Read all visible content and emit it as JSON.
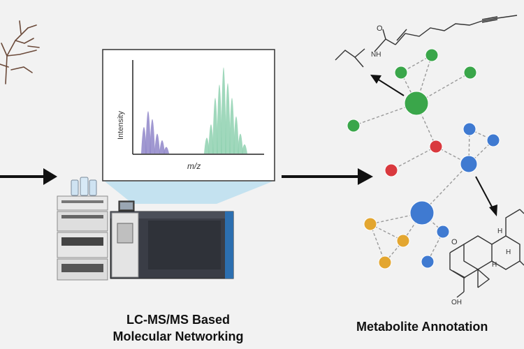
{
  "spectrum": {
    "x_label": "m/z",
    "y_label": "Intensity",
    "colors": {
      "left_peaks": "#8f86c9",
      "right_peaks": "#8fd1b0",
      "axis": "#222222"
    }
  },
  "captions": {
    "lcms_line1": "LC-MS/MS Based",
    "lcms_line2": "Molecular Networking",
    "annotation": "Metabolite Annotation"
  },
  "molecule_labels": {
    "amide_o": "O",
    "amide_nh": "NH",
    "ketone_o": "O",
    "h1": "H",
    "h2": "H",
    "h3": "H",
    "hydroxyl": "OH"
  },
  "network_colors": {
    "green": "#3aa64a",
    "red": "#d9393e",
    "blue": "#3f7ad1",
    "orange": "#e3a630",
    "edge": "#9a9a9a"
  }
}
